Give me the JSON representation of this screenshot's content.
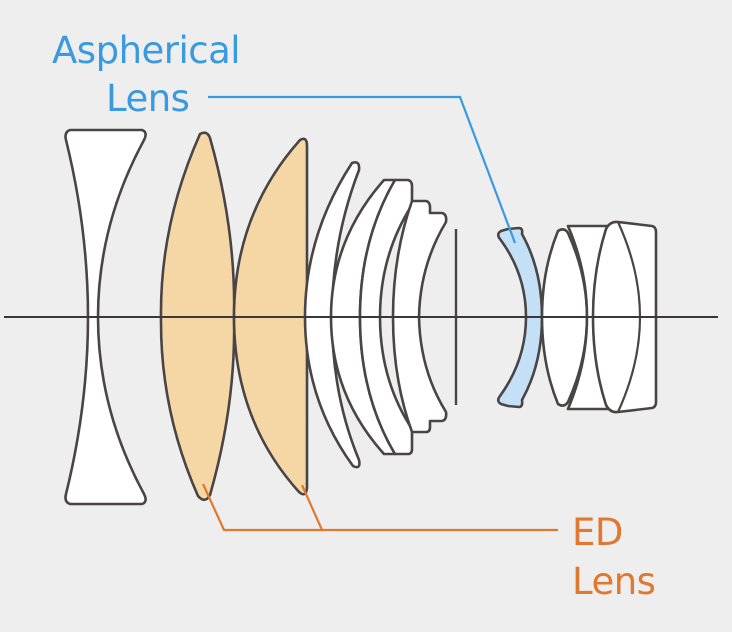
{
  "diagram": {
    "title": "Lens construction diagram",
    "colors": {
      "background": "#eeeeee",
      "aspherical": "#3a9ae0",
      "aspherical_fill": "#c4e0f6",
      "ed": "#e0782f",
      "ed_fill": "#f5d7a6",
      "outline": "#4a4545",
      "plain_fill": "#ffffff"
    },
    "labels": {
      "aspherical_line1": "Aspherical",
      "aspherical_line2": "Lens",
      "ed_line1": "ED",
      "ed_line2": "Lens"
    },
    "elements": [
      {
        "index": 1,
        "type": "plain",
        "shape": "biconcave"
      },
      {
        "index": 2,
        "type": "ED",
        "shape": "biconvex"
      },
      {
        "index": 3,
        "type": "ED",
        "shape": "plano-convex"
      },
      {
        "index": 4,
        "type": "plain",
        "shape": "meniscus"
      },
      {
        "index": 5,
        "type": "plain",
        "shape": "meniscus (cemented)"
      },
      {
        "index": 6,
        "type": "plain",
        "shape": "meniscus (cemented)"
      },
      {
        "index": 7,
        "type": "plain",
        "shape": "meniscus"
      },
      {
        "index": 8,
        "type": "aspherical",
        "shape": "meniscus"
      },
      {
        "index": 9,
        "type": "plain",
        "shape": "biconvex (cemented)"
      },
      {
        "index": 10,
        "type": "plain",
        "shape": "biconcave (cemented)"
      },
      {
        "index": 11,
        "type": "plain",
        "shape": "biconvex"
      }
    ],
    "aperture_stop": true,
    "optical_axis": true
  }
}
